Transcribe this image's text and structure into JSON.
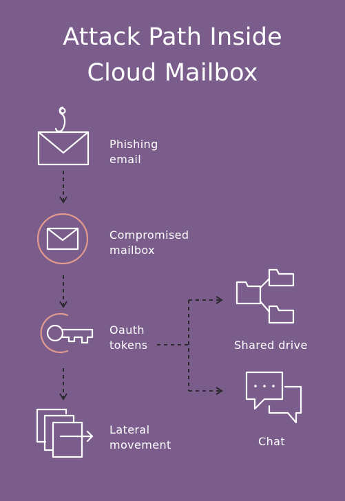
{
  "title": {
    "line1": "Attack Path Inside",
    "line2": "Cloud Mailbox"
  },
  "steps": [
    {
      "line1": "Phishing",
      "line2": "email",
      "icon": "phishing-envelope-icon"
    },
    {
      "line1": "Compromised",
      "line2": "mailbox",
      "icon": "compromised-mailbox-icon"
    },
    {
      "line1": "Oauth",
      "line2": "tokens",
      "icon": "key-icon"
    },
    {
      "line1": "Lateral",
      "line2": "movement",
      "icon": "lateral-movement-icon"
    }
  ],
  "targets": [
    {
      "label": "Shared drive",
      "icon": "shared-drive-folders-icon"
    },
    {
      "label": "Chat",
      "icon": "chat-bubbles-icon"
    }
  ],
  "colors": {
    "background": "#7b5d8c",
    "foreground": "#ffffff",
    "accent": "#e39a8e",
    "connector": "#2a2a2e"
  }
}
